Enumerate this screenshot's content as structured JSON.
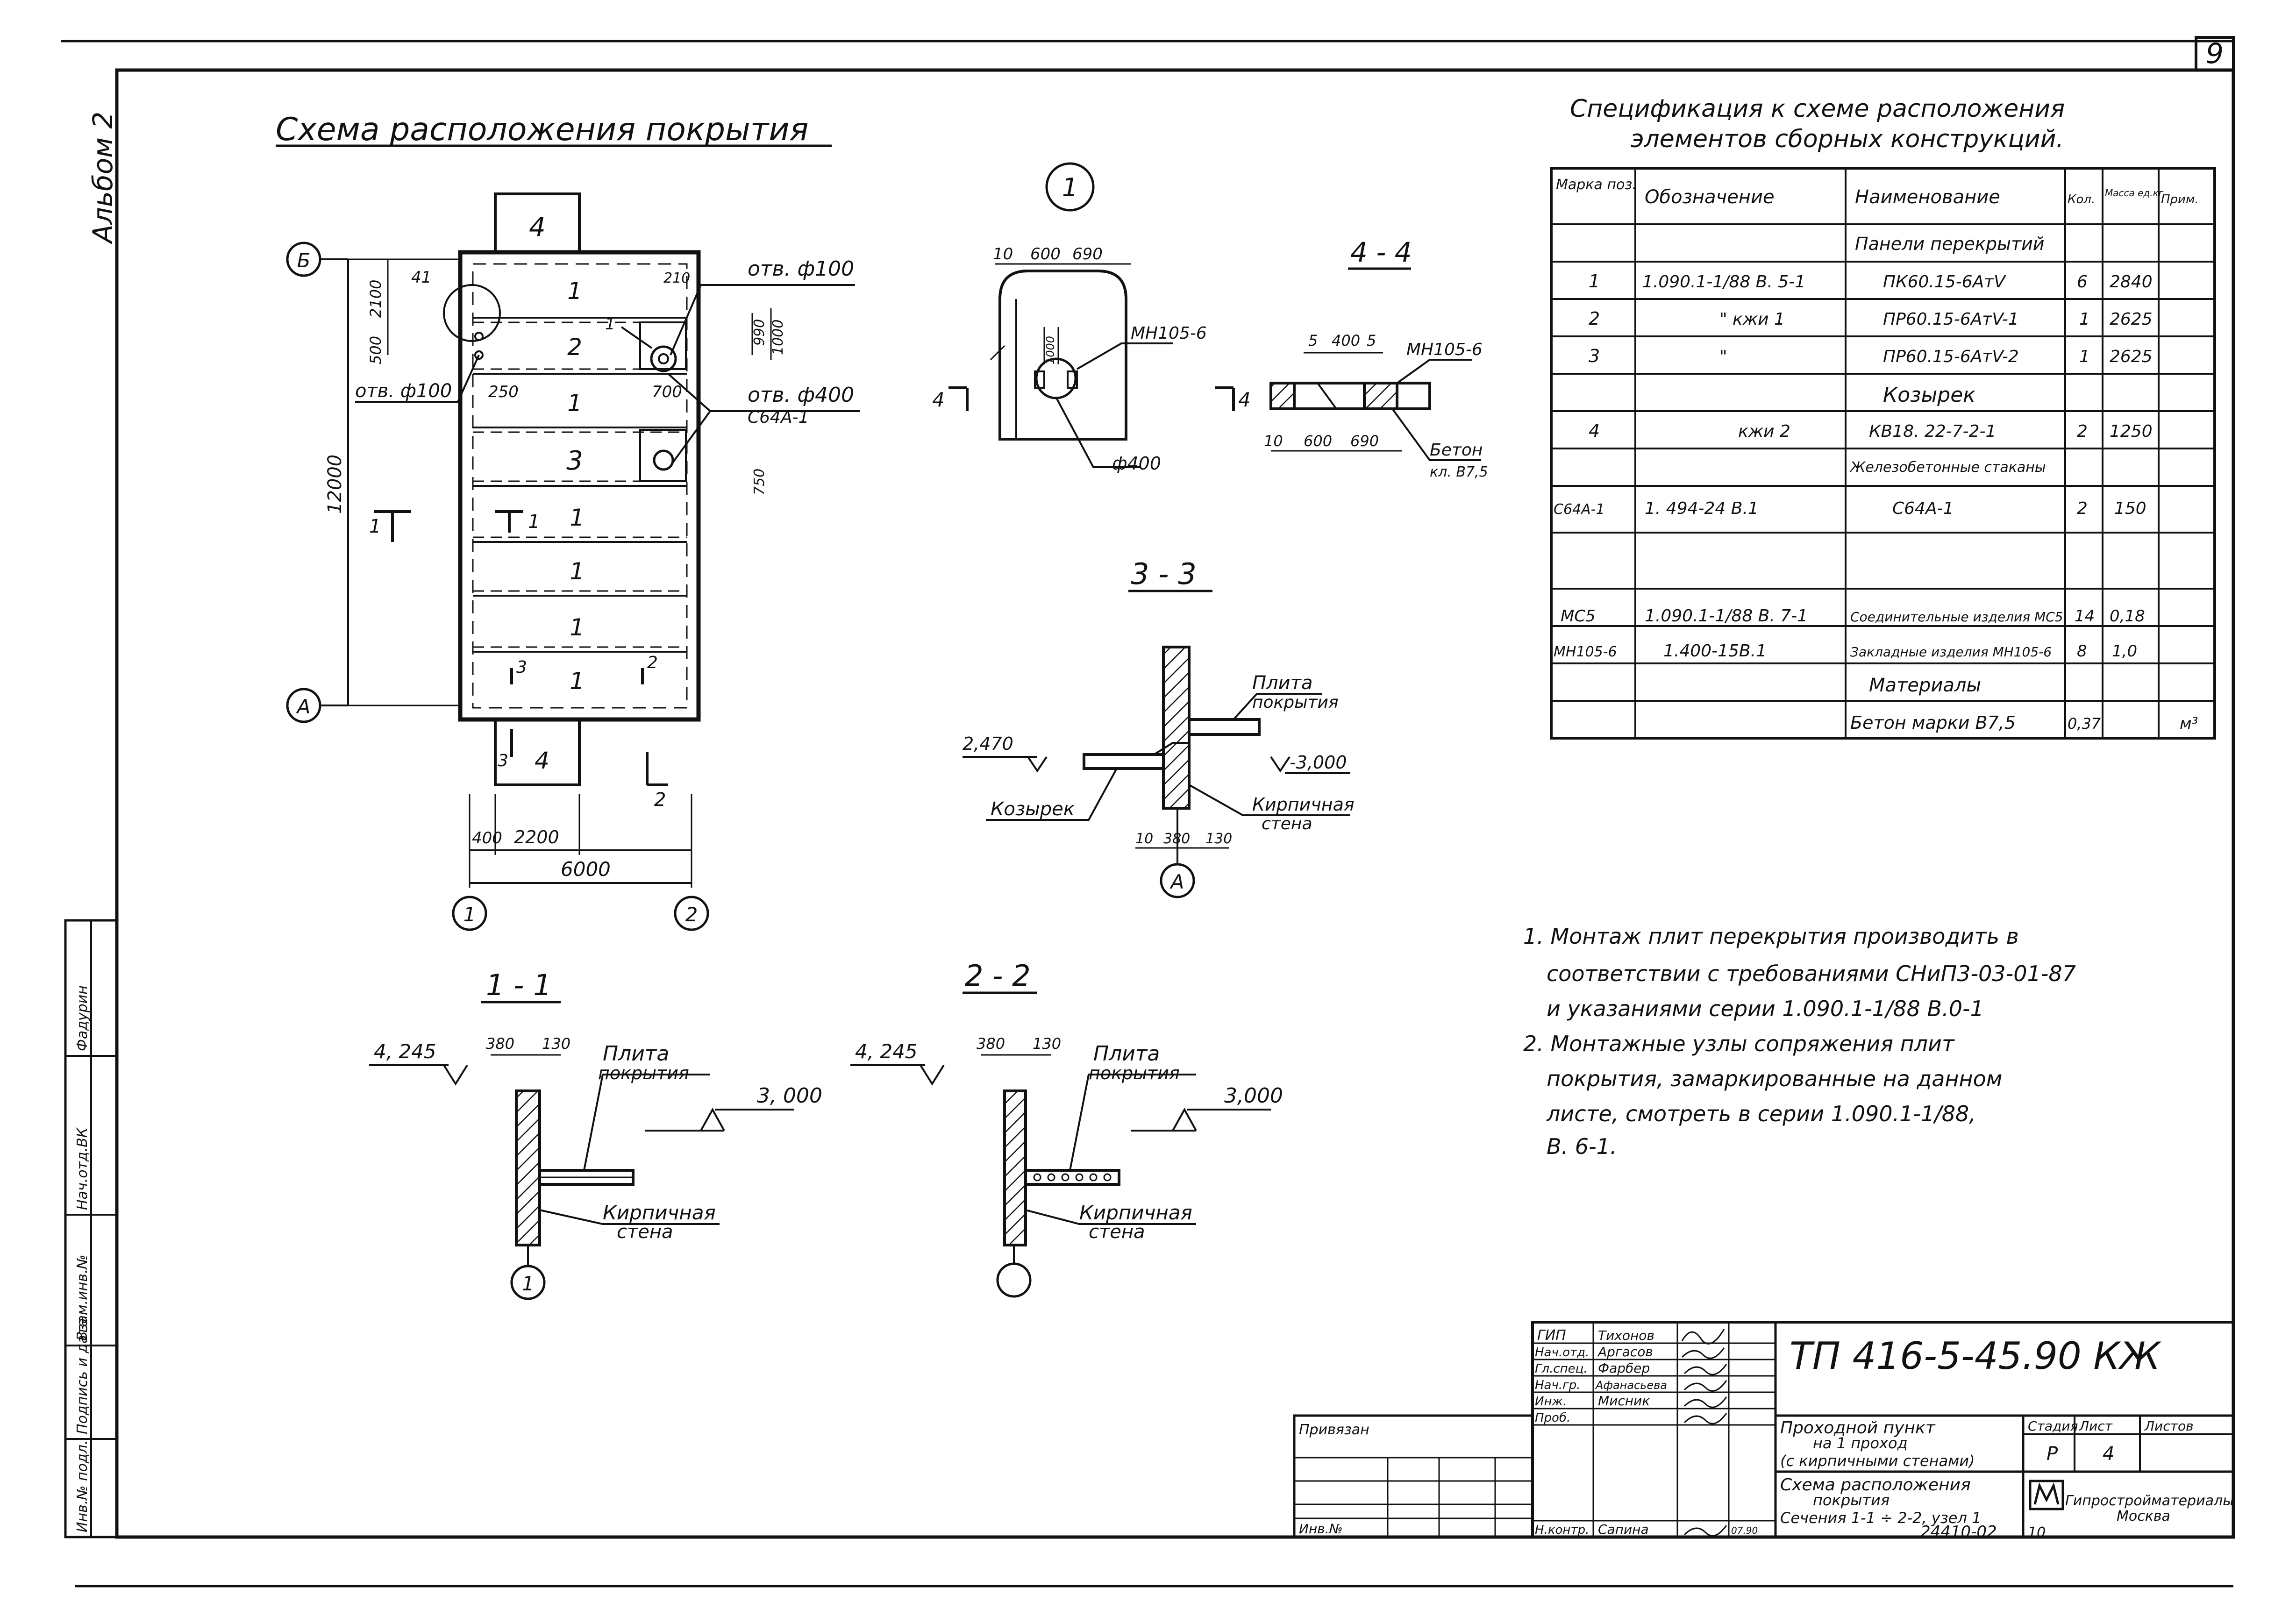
{
  "sheet": {
    "number": "9",
    "album": "Альбом 2"
  },
  "plan": {
    "title": "Схема расположения покрытия",
    "axis_b": "Б",
    "axis_a": "А",
    "axis_1": "1",
    "axis_2": "2",
    "dim_12000": "12000",
    "dim_6000": "6000",
    "dim_400": "400",
    "dim_2200": "2200",
    "dim_2100": "2100",
    "dim_500": "500",
    "dim_41": "41",
    "dim_210": "210",
    "dim_990": "990",
    "dim_1000": "1000",
    "dim_250": "250",
    "dim_700": "700",
    "dim_750": "750",
    "canopy_top": "4",
    "canopy_bottom": "4",
    "panels": [
      "1",
      "2",
      "1",
      "3",
      "1",
      "1",
      "1",
      "1"
    ],
    "small_1": "1",
    "cut_1": "1",
    "cut_2": "2",
    "cut_3": "3",
    "cut_4": "4",
    "hole100_right": "отв. ф100",
    "hole100_left": "отв. ф100",
    "hole400": "отв. ф400",
    "glass": "С64А-1"
  },
  "node1": {
    "label": "1",
    "d10": "10",
    "d600": "600",
    "d690": "690",
    "mh": "МН105-6",
    "d400": "ф400",
    "cut4_left": "4",
    "cut4_right": "4",
    "d1000": "1000"
  },
  "sec44": {
    "title": "4 - 4",
    "d5a": "5",
    "d400": "400",
    "d5b": "5",
    "mh": "МН105-6",
    "d10": "10",
    "d600": "600",
    "d690": "690",
    "beton": "Бетон",
    "beton_class": "кл. В7,5"
  },
  "sec33": {
    "title": "3 - 3",
    "plita1": "Плита",
    "plita2": "покрытия",
    "lvl_left": "2,470",
    "lvl_right": "-3,000",
    "kozyrek": "Козырек",
    "wall1": "Кирпичная",
    "wall2": "стена",
    "d10": "10",
    "d380": "380",
    "d130": "130",
    "axis": "А"
  },
  "sec11": {
    "title": "1 - 1",
    "lvl_left": "4, 245",
    "d380": "380",
    "d130": "130",
    "plita1": "Плита",
    "plita2": "покрытия",
    "lvl_right": "3, 000",
    "wall1": "Кирпичная",
    "wall2": "стена",
    "axis": "1"
  },
  "sec22": {
    "title": "2 - 2",
    "lvl_left": "4, 245",
    "d380": "380",
    "d130": "130",
    "plita1": "Плита",
    "plita2": "покрытия",
    "lvl_right": "3,000",
    "wall1": "Кирпичная",
    "wall2": "стена"
  },
  "spec": {
    "title1": "Спецификация к схеме расположения",
    "title2": "элементов сборных конструкций.",
    "headers": [
      "Марка поз.",
      "Обозначение",
      "Наименование",
      "Кол.",
      "Масса ед.кг",
      "Прим."
    ],
    "rows": [
      [
        "",
        "",
        "Панели перекрытий",
        "",
        "",
        ""
      ],
      [
        "1",
        "1.090.1-1/88 В. 5-1",
        "ПК60.15-6АтV",
        "6",
        "2840",
        ""
      ],
      [
        "2",
        "\"  кжи 1",
        "ПР60.15-6АтV-1",
        "1",
        "2625",
        ""
      ],
      [
        "3",
        "\"",
        "ПР60.15-6АтV-2",
        "1",
        "2625",
        ""
      ],
      [
        "",
        "",
        "Козырек",
        "",
        "",
        ""
      ],
      [
        "4",
        "кжи 2",
        "КВ18. 22-7-2-1",
        "2",
        "1250",
        ""
      ],
      [
        "",
        "",
        "Железобетонные стаканы",
        "",
        "",
        ""
      ],
      [
        "С64А-1",
        "1. 494-24 В.1",
        "С64А-1",
        "2",
        "150",
        ""
      ],
      [
        "",
        "",
        "",
        "",
        "",
        ""
      ],
      [
        "МС5",
        "1.090.1-1/88 В. 7-1",
        "Соединительные изделия МС5",
        "14",
        "0,18",
        ""
      ],
      [
        "МН105-6",
        "1.400-15В.1",
        "Закладные изделия МН105-6",
        "8",
        "1,0",
        ""
      ],
      [
        "",
        "",
        "Материалы",
        "",
        "",
        ""
      ],
      [
        "",
        "",
        "Бетон марки В7,5",
        "0,37",
        "",
        "м³"
      ]
    ]
  },
  "notes": [
    "1. Монтаж плит перекрытия производить в",
    "соответствии с требованиями СНиП3-03-01-87",
    "и указаниями серии 1.090.1-1/88 В.0-1",
    "2. Монтажные узлы сопряжения плит",
    "покрытия, замаркированные на данном",
    "листе, смотреть в серии 1.090.1-1/88,",
    "В. 6-1."
  ],
  "stamp": {
    "code": "ТП 416-5-45.90 КЖ",
    "roles": [
      {
        "role": "ГИП",
        "name": "Тихонов"
      },
      {
        "role": "Нач.отд.",
        "name": "Аргасов"
      },
      {
        "role": "Гл.спец.",
        "name": "Фарбер"
      },
      {
        "role": "Нач.гр.",
        "name": "Афанасьева"
      },
      {
        "role": "Инж.",
        "name": "Мисник"
      },
      {
        "role": "Проб.",
        "name": ""
      },
      {
        "role": "Н.контр.",
        "name": "Сапина"
      }
    ],
    "date_code": "07.90",
    "privyazan": "Привязан",
    "inv": "Инв.№",
    "proj1": "Проходной пункт",
    "proj2": "на 1 проход",
    "proj3": "(с кирпичными стенами)",
    "sheet1": "Схема расположения",
    "sheet2": "покрытия",
    "sheet3": "Сечения 1-1 ÷ 2-2, узел 1",
    "h_stage": "Стадия",
    "h_sheet": "Лист",
    "h_sheets": "Листов",
    "stage": "Р",
    "sheet_no": "4",
    "org": "Гипростройматериалы",
    "city": "Москва",
    "archive": "24410-02",
    "archive2": "10"
  },
  "sidebar": {
    "items": [
      "Инв.№ подл.",
      "Подпись и дата",
      "Взам.инв.№",
      "Нач.отд.ВК",
      "Фадурин"
    ]
  }
}
